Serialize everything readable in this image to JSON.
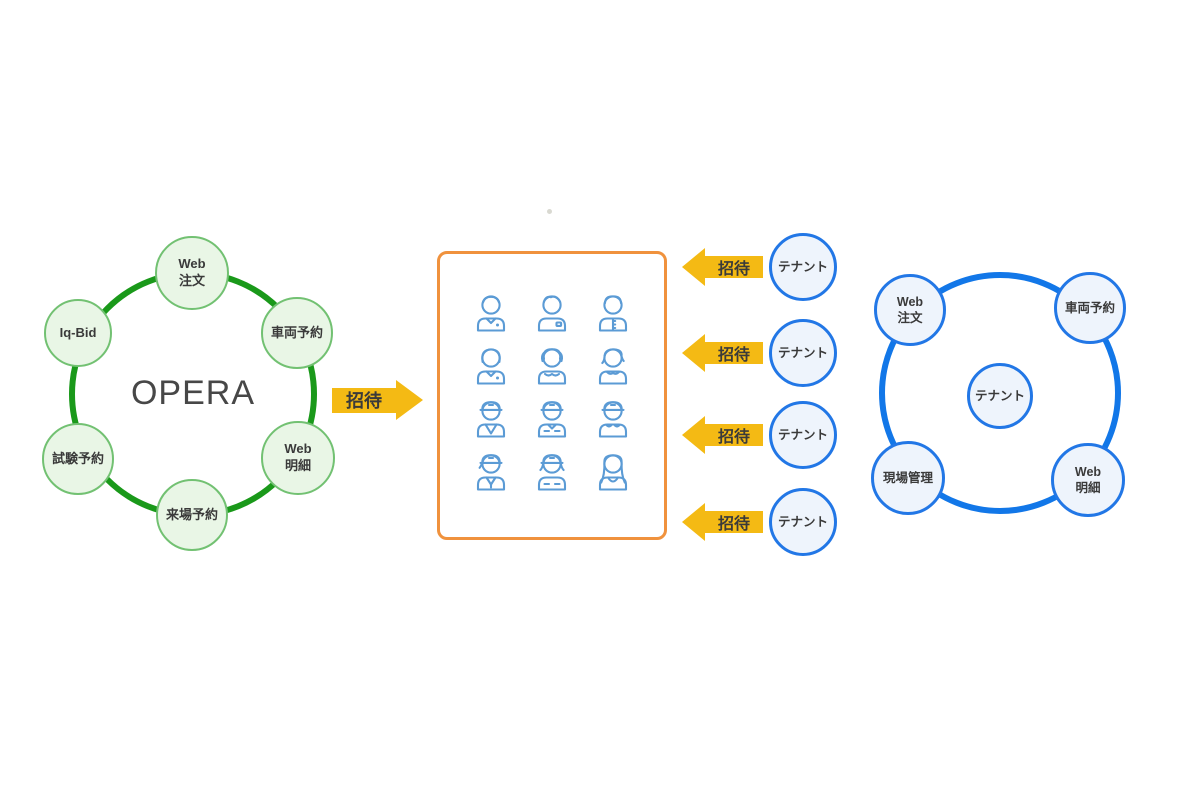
{
  "colors": {
    "green_ring": "#1a991a",
    "green_node_fill": "#e9f6e6",
    "green_node_border": "#72c172",
    "blue_ring": "#1277e8",
    "blue_node_border": "#2277e6",
    "blue_node_fill": "#eef4fc",
    "orange_box_border": "#f0923d",
    "arrow_yellow": "#f4ba14",
    "icon_blue": "#5b9bd5",
    "text_dark": "#3a3a3a"
  },
  "opera_system": {
    "title": "OPERA",
    "nodes": [
      {
        "id": "web-order",
        "label": "Web\n注文"
      },
      {
        "id": "vehicle-reservation",
        "label": "車両予約"
      },
      {
        "id": "web-detail",
        "label": "Web\n明細"
      },
      {
        "id": "visit-reservation",
        "label": "来場予約"
      },
      {
        "id": "test-reservation",
        "label": "試験予約"
      },
      {
        "id": "iq-bid",
        "label": "Iq-Bid"
      }
    ]
  },
  "invite_arrows": {
    "main_label": "招待",
    "side_labels": [
      "招待",
      "招待",
      "招待",
      "招待"
    ]
  },
  "members_panel": {
    "icons": [
      {
        "type": "male-office"
      },
      {
        "type": "male-casual"
      },
      {
        "type": "male-shirt"
      },
      {
        "type": "female-office"
      },
      {
        "type": "female-curly"
      },
      {
        "type": "female-short"
      },
      {
        "type": "worker-vneck"
      },
      {
        "type": "worker-vest"
      },
      {
        "type": "worker-light"
      },
      {
        "type": "worker-scarf"
      },
      {
        "type": "worker-female"
      },
      {
        "type": "female-long"
      }
    ]
  },
  "tenants": [
    {
      "label": "テナント"
    },
    {
      "label": "テナント"
    },
    {
      "label": "テナント"
    },
    {
      "label": "テナント"
    }
  ],
  "tenant_system": {
    "center_label": "テナント",
    "nodes": [
      {
        "id": "web-order",
        "label": "Web\n注文"
      },
      {
        "id": "vehicle-reservation",
        "label": "車両予約"
      },
      {
        "id": "site-management",
        "label": "現場管理"
      },
      {
        "id": "web-detail",
        "label": "Web\n明細"
      }
    ]
  }
}
